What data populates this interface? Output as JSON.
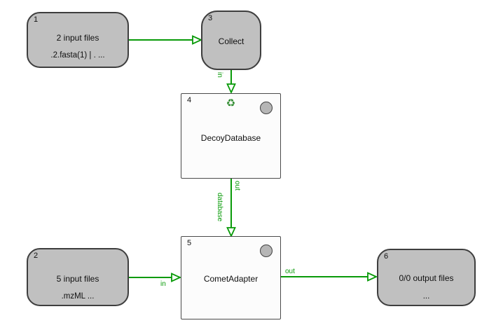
{
  "workflow": {
    "nodes": {
      "n1": {
        "number": "1",
        "title": "2 input files",
        "subtitle": ".2.fasta(1) | . ..."
      },
      "n2": {
        "number": "2",
        "title": "5 input files",
        "subtitle": ".mzML ..."
      },
      "n3": {
        "number": "3",
        "title": "Collect"
      },
      "n4": {
        "number": "4",
        "title": "DecoyDatabase"
      },
      "n5": {
        "number": "5",
        "title": "CometAdapter"
      },
      "n6": {
        "number": "6",
        "title": "0/0 output files",
        "subtitle": "..."
      }
    },
    "edge_labels": {
      "collect_to_decoy_in": "in",
      "decoy_out": "out",
      "decoy_to_comet_database": "database",
      "inputs_to_comet_in": "in",
      "comet_out": "out"
    },
    "icons": {
      "recycle_icon": "♻"
    },
    "colors": {
      "edge_green": "#089a08",
      "io_node_fill": "#c0c0c0",
      "node_border": "#3e3e3e",
      "tool_node_fill": "#fcfcfc",
      "status_circle_fill": "#b6b6b6",
      "recycle_green": "#2f8b2f",
      "canvas_background": "#ffffff"
    }
  }
}
